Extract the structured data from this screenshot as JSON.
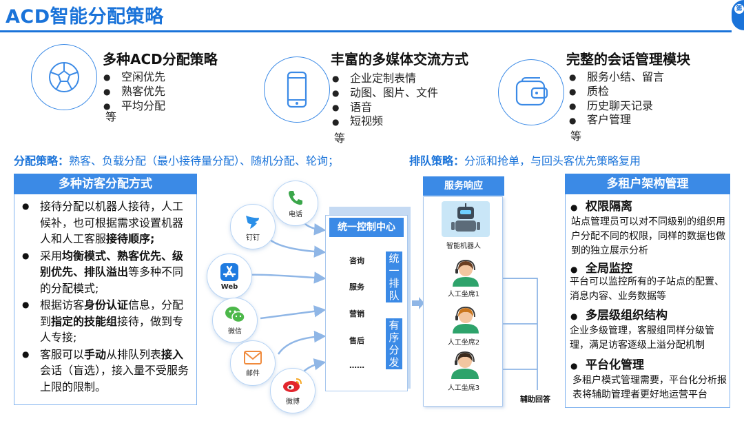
{
  "header": {
    "title": "ACD智能分配策略",
    "page_tab": "第"
  },
  "features": [
    {
      "title": "多种ACD分配策略",
      "items": [
        "空闲优先",
        "熟客优先",
        "平均分配"
      ],
      "etc": "等",
      "icon": "soccer-ball-icon"
    },
    {
      "title": "丰富的多媒体交流方式",
      "items": [
        "企业定制表情",
        "动图、图片、文件",
        "语音",
        "短视频"
      ],
      "etc": "等",
      "icon": "smartphone-icon"
    },
    {
      "title": "完整的会话管理模块",
      "items": [
        "服务小结、留言",
        "质检",
        "历史聊天记录",
        "客户管理"
      ],
      "etc": "等",
      "icon": "wallet-icon"
    }
  ],
  "strategy": {
    "distribution": {
      "label": "分配策略：",
      "text": "熟客、负载分配（最小接待量分配）、随机分配、轮询；"
    },
    "queue": {
      "label": "排队策略：",
      "text": "分派和抢单，与回头客优先策略复用"
    }
  },
  "left_box": {
    "title": "多种访客分配方式",
    "items": [
      [
        {
          "t": "接待分配以机器人接待，人工候补，也可根据需求设置机器人和人工客服"
        },
        {
          "t": "接待顺序;",
          "b": true
        }
      ],
      [
        {
          "t": "采用"
        },
        {
          "t": "均衡模式、熟客优先、级别优先、排队溢出",
          "b": true
        },
        {
          "t": "等多种不同的分配模式;"
        }
      ],
      [
        {
          "t": "根据访客"
        },
        {
          "t": "身份认证",
          "b": true
        },
        {
          "t": "信息，分配到"
        },
        {
          "t": "指定的技能组",
          "b": true
        },
        {
          "t": "接待，做到专人专接;"
        }
      ],
      [
        {
          "t": "客服可以"
        },
        {
          "t": "手动",
          "b": true
        },
        {
          "t": "从排队列表"
        },
        {
          "t": "接入",
          "b": true
        },
        {
          "t": "会话（盲选），接入量不受服务上限的限制。"
        }
      ]
    ]
  },
  "channels": [
    {
      "label": "电话",
      "icon": "phone-icon",
      "color": "#3aa64a"
    },
    {
      "label": "钉钉",
      "icon": "dingtalk-icon",
      "color": "#2a8fe8"
    },
    {
      "label": "Web",
      "icon": "app-store-icon",
      "color": "#1f7be0"
    },
    {
      "label": "微信",
      "icon": "wechat-icon",
      "color": "#4cb84a"
    },
    {
      "label": "邮件",
      "icon": "mail-icon",
      "color": "#f08a3c"
    },
    {
      "label": "微博",
      "icon": "weibo-icon",
      "color": "#e2262d"
    }
  ],
  "control_center": {
    "title": "统一控制中心",
    "items": [
      "咨询",
      "服务",
      "营销",
      "售后",
      "……"
    ],
    "queue_label": [
      "统",
      "一",
      "排",
      "队"
    ],
    "dispatch_label": [
      "有",
      "序",
      "分",
      "发"
    ]
  },
  "service": {
    "title": "服务响应",
    "robot": "智能机器人",
    "agents": [
      "人工坐席1",
      "人工坐席2",
      "人工坐席3"
    ],
    "assist": "辅助回答"
  },
  "right_box": {
    "title": "多租户架构管理",
    "sections": [
      {
        "head": "权限隔离",
        "text": "站点管理员可以对不同级别的组织用户分配不同的权限，同样的数据也做到的独立展示分析"
      },
      {
        "head": "全局监控",
        "text": "平台可以监控所有的子站点的配置、消息内容、业务数据等"
      },
      {
        "head": "多层级组织结构",
        "text": "企业多级管理，客服组同样分级管理，满足访客逐级上溢分配机制"
      },
      {
        "head": "平台化管理",
        "text": "多租户模式管理需要，平台化分析报表将辅助管理者更好地运营平台"
      }
    ]
  },
  "colors": {
    "accent": "#1a73d9",
    "panel": "#3b8ae6",
    "arrow": "#8fb6e6"
  }
}
